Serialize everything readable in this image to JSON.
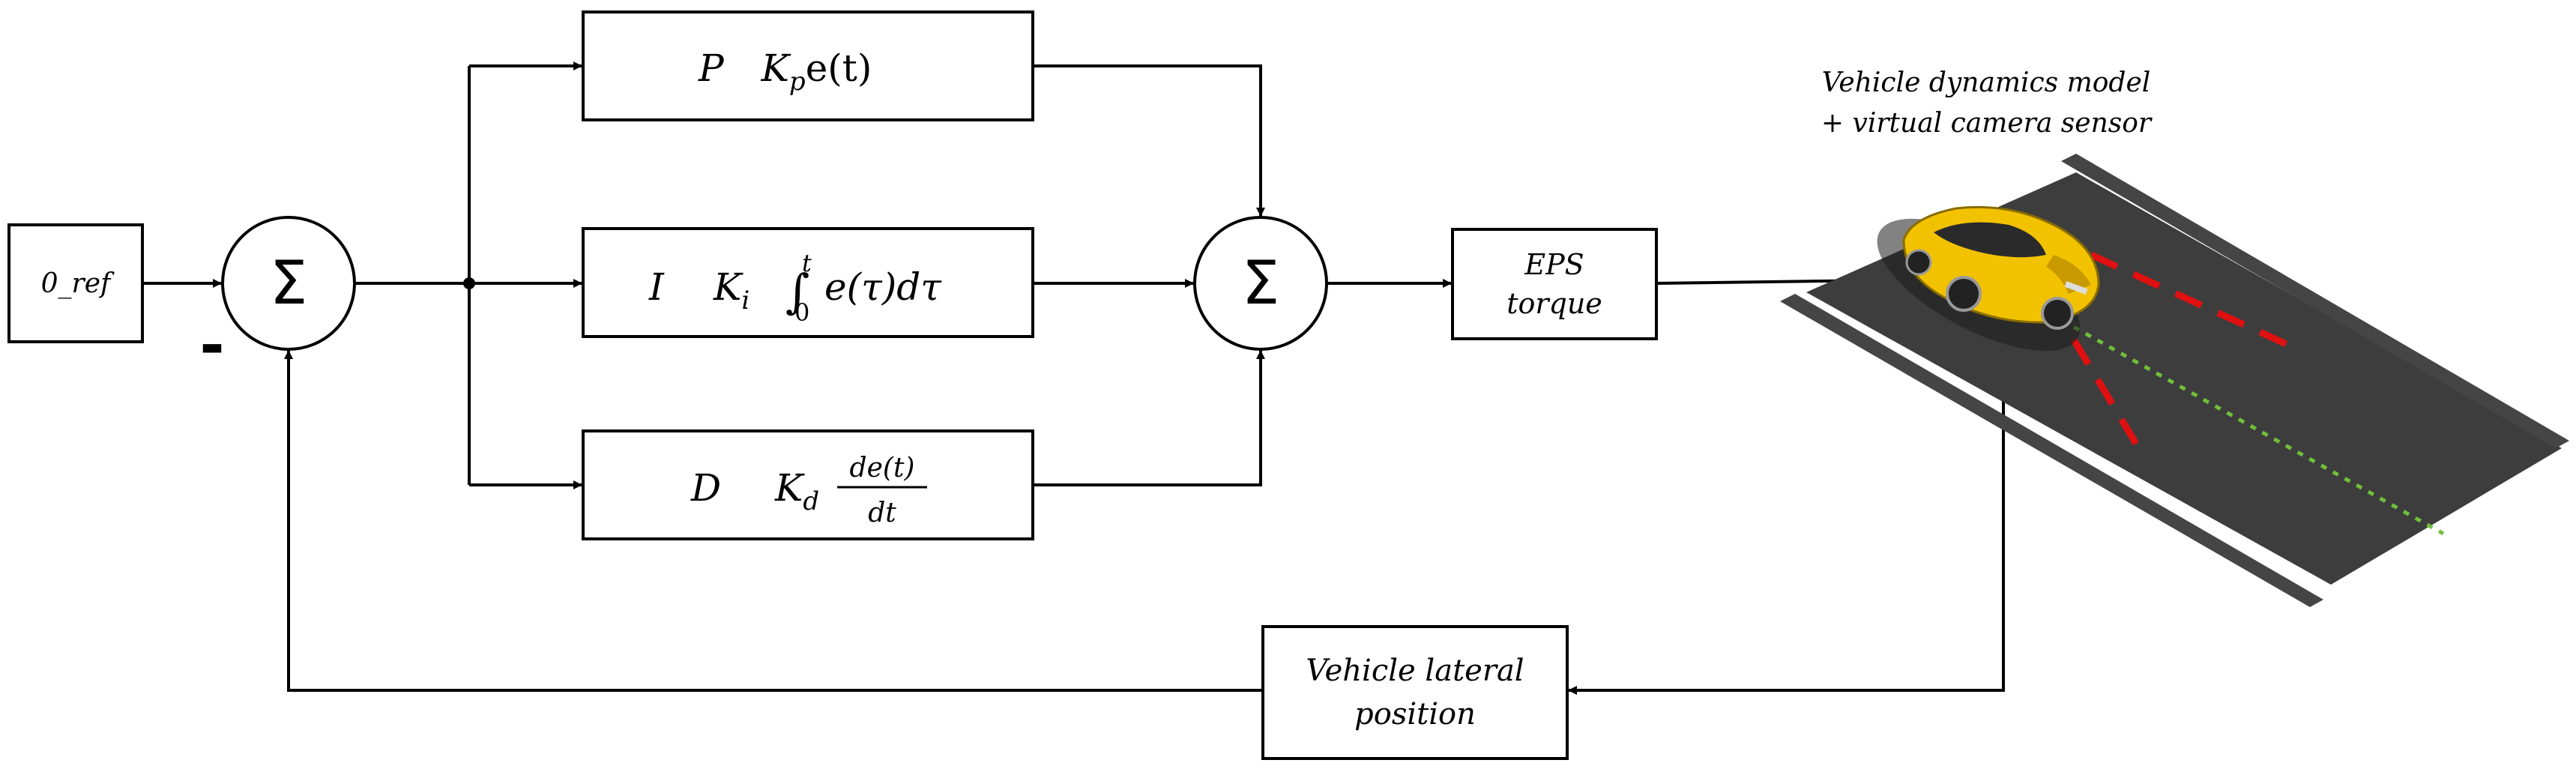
{
  "reference": {
    "label": "0_ref"
  },
  "sum1": {
    "symbol": "Σ",
    "sign": "-"
  },
  "sum2": {
    "symbol": "Σ"
  },
  "p_block": {
    "letter": "P",
    "gain": "K",
    "gain_sub": "p",
    "expr": "e(t)"
  },
  "i_block": {
    "letter": "I",
    "gain": "K",
    "gain_sub": "i",
    "integral": "∫",
    "upper": "t",
    "lower": "0",
    "expr": "e(τ)dτ"
  },
  "d_block": {
    "letter": "D",
    "gain": "K",
    "gain_sub": "d",
    "numerator": "de(t)",
    "denominator": "dt"
  },
  "eps_block": {
    "line1": "EPS",
    "line2": "torque"
  },
  "vehicle_caption": {
    "line1": "Vehicle dynamics model",
    "line2": "+ virtual camera sensor"
  },
  "feedback_block": {
    "line1": "Vehicle lateral",
    "line2": "position"
  },
  "colors": {
    "stroke": "#000000",
    "road": "#3d3d3d",
    "lane_edge": "#454545",
    "center_line": "#6fbf3a",
    "camera_ray": "#e01010",
    "car_body": "#f2c200",
    "car_shadow": "#c89a00"
  }
}
